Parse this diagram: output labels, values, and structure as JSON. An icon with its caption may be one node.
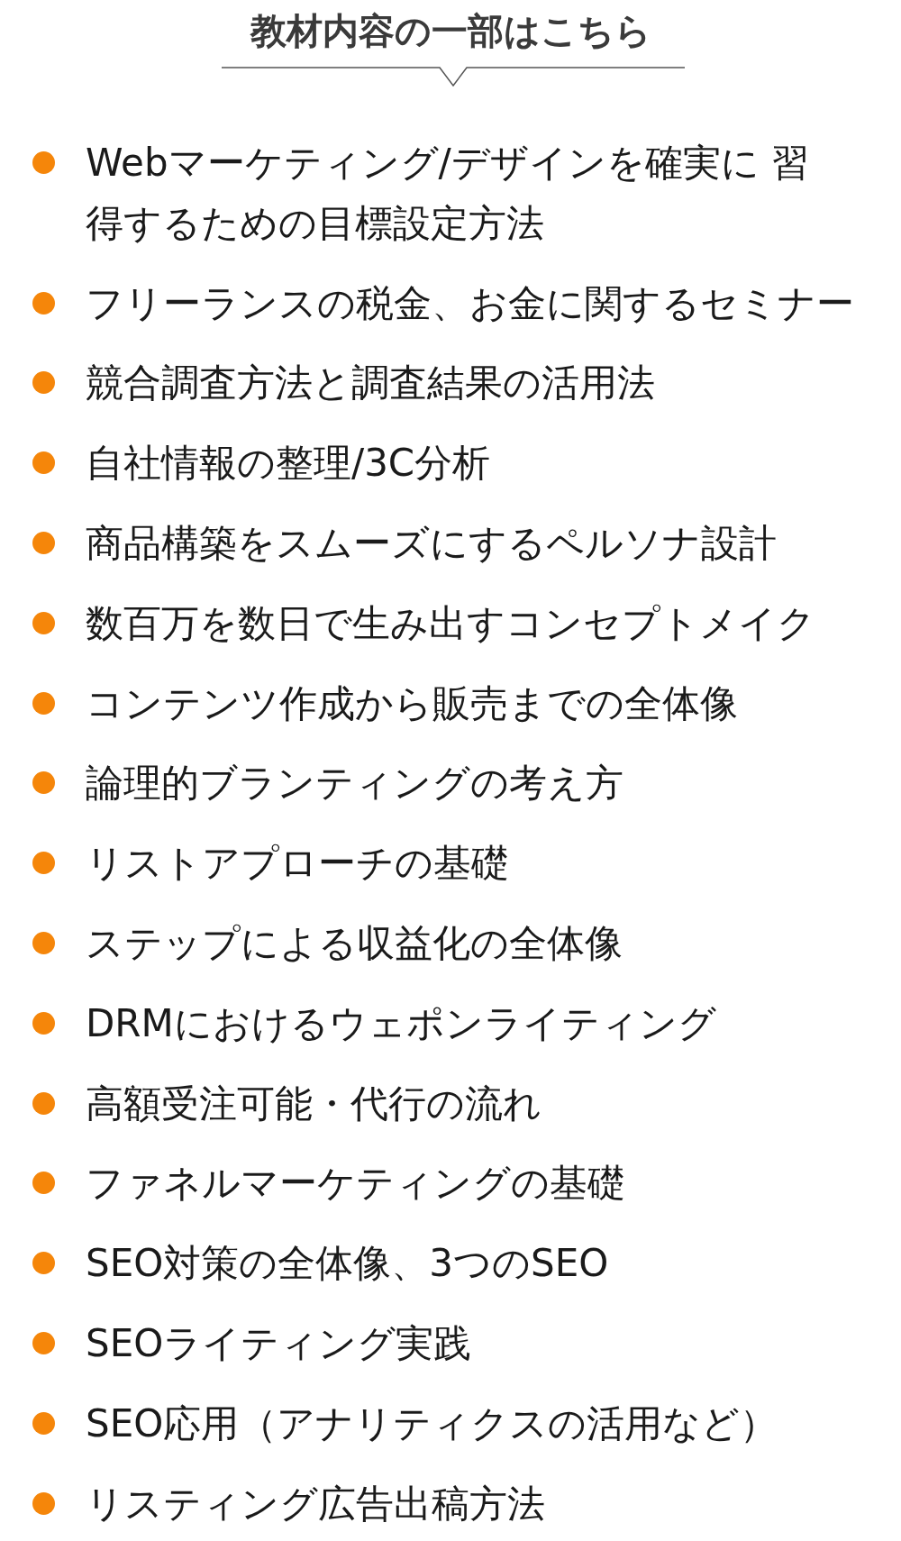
{
  "diagram": {
    "title": "教材内容の一部はこちら",
    "labels": [
      "Webマーケティング/デザインを確実に 習得するための目標設定方法",
      "フリーランスの税金、お金に関するセミナー",
      "競合調査方法と調査結果の活用法",
      "自社情報の整理/3C分析",
      "商品構築をスムーズにするペルソナ設計",
      "数百万を数日で生み出すコンセプトメイク",
      "コンテンツ作成から販売までの全体像",
      "論理的ブランティングの考え方",
      "リストアプローチの基礎",
      "ステップによる収益化の全体像",
      "DRMにおけるウェポンライティング",
      "高額受注可能・代行の流れ",
      "ファネルマーケティングの基礎",
      "SEO対策の全体像、3つのSEO",
      "SEOライティング実践",
      "SEO応用（アナリティクスの活用など）",
      "リスティング広告出稿方法"
    ]
  }
}
